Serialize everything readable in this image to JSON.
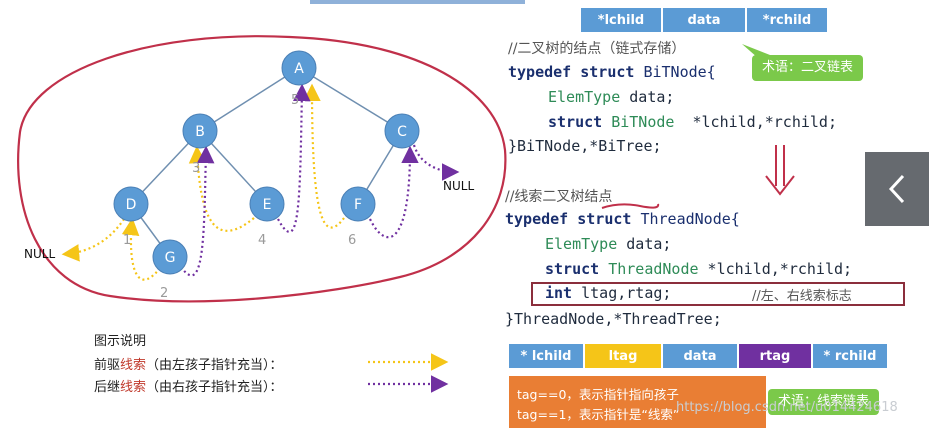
{
  "top_fields": [
    "*lchild",
    "data",
    "*rchild"
  ],
  "bitree": {
    "comment": "//二叉树的结点（链式存储）",
    "line1_kw": "typedef struct",
    "line1_name": " BiTNode{",
    "line2_type": "ElemType",
    "line2_rest": " data;",
    "line3_kw": "struct",
    "line3_type": " BiTNode",
    "line3_rest": "  *lchild,*rchild;",
    "line4": "}BiTNode,*BiTree;"
  },
  "callout_top": "术语：二叉链表",
  "thread": {
    "comment": "//线索二叉树结点",
    "line1_kw": "typedef struct",
    "line1_name": " ThreadNode{",
    "line2_type": "ElemType",
    "line2_rest": " data;",
    "line3_kw": "struct",
    "line3_type": " ThreadNode",
    "line3_rest": " *lchild,*rchild;",
    "line4_kw": "int",
    "line4_rest": " ltag,rtag;",
    "line4_comment": "//左、右线索标志",
    "line5": "}ThreadNode,*ThreadTree;"
  },
  "bottom_fields": [
    {
      "label": "* lchild",
      "color": "#5b9bd5"
    },
    {
      "label": "ltag",
      "color": "#f5c518"
    },
    {
      "label": "data",
      "color": "#5b9bd5"
    },
    {
      "label": "rtag",
      "color": "#7030a0"
    },
    {
      "label": "* rchild",
      "color": "#5b9bd5"
    }
  ],
  "tag_notes": [
    "tag==0，表示指针指向孩子",
    "tag==1，表示指针是“线索”"
  ],
  "callout_bottom": "术语：线索链表",
  "watermark": "https://blog.csdn.net/u014424618",
  "tree": {
    "nodes": [
      "A",
      "B",
      "C",
      "D",
      "E",
      "F",
      "G"
    ],
    "order_numbers": [
      "1",
      "2",
      "3",
      "4",
      "5",
      "6"
    ],
    "null_left": "NULL",
    "null_right": "NULL"
  },
  "legend": {
    "title": "图示说明",
    "pred_a": "前驱",
    "pred_b": "线索",
    "pred_c": "（由左孩子指针充当）：",
    "succ_a": "后继",
    "succ_b": "线索",
    "succ_c": "（由右孩子指针充当）：",
    "pred_color": "#f5c518",
    "succ_color": "#7030a0"
  },
  "colors": {
    "node_fill": "#5b9bd5",
    "outline": "#c0304a",
    "arrow_red": "#c0304a"
  },
  "icons": [
    "chevron-left-icon",
    "down-arrow-icon"
  ]
}
